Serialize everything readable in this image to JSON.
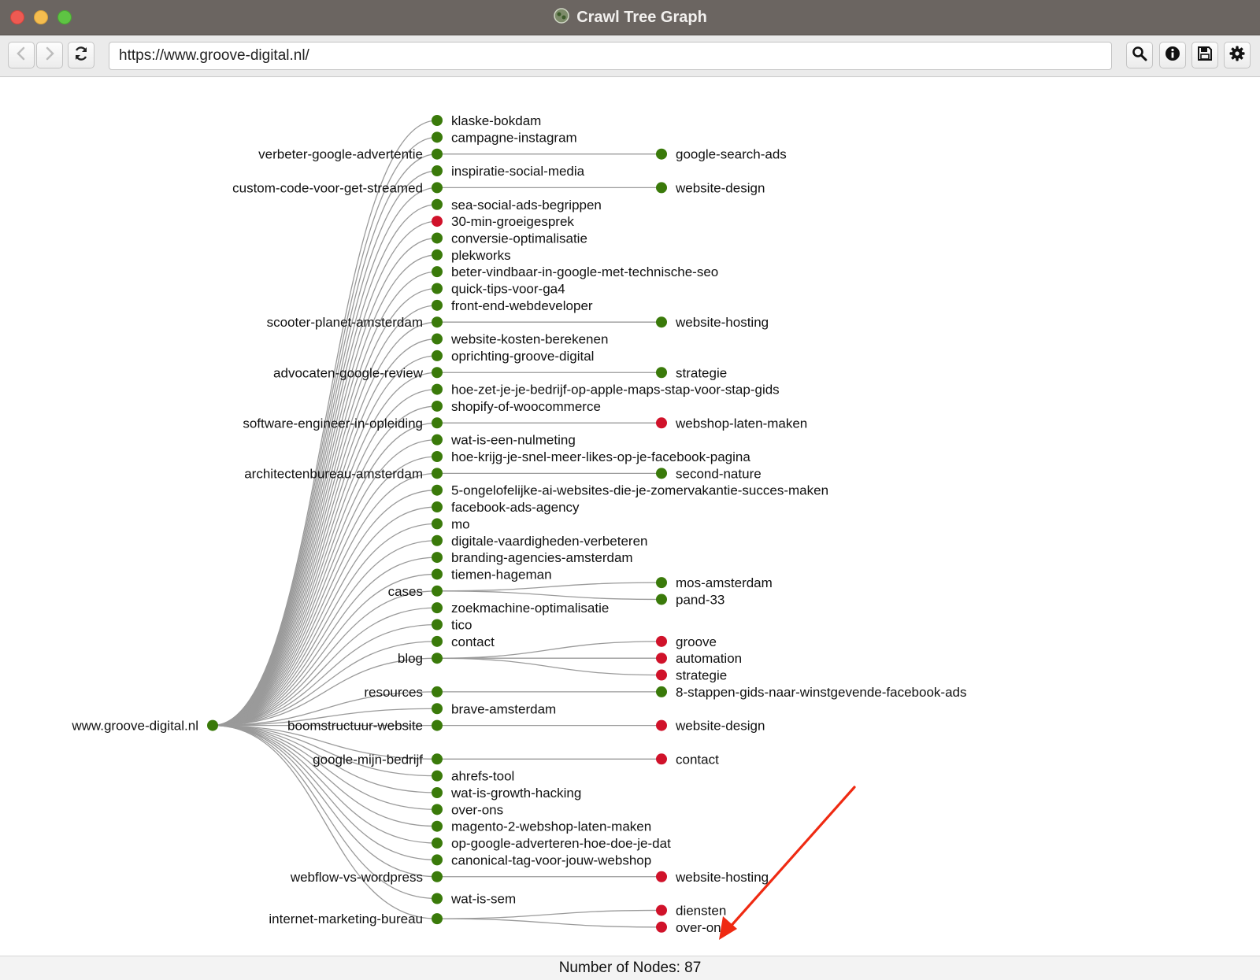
{
  "window": {
    "title": "Crawl Tree Graph"
  },
  "toolbar": {
    "url": "https://www.groove-digital.nl/",
    "buttons": [
      "back-icon",
      "forward-icon",
      "refresh-icon",
      "search-icon",
      "info-icon",
      "save-icon",
      "gear-icon"
    ]
  },
  "graph": {
    "root": {
      "label": "www.groove-digital.nl",
      "status": "ok"
    },
    "level1": [
      {
        "label": "klaske-bokdam",
        "status": "ok"
      },
      {
        "label": "campagne-instagram",
        "status": "ok"
      },
      {
        "label": "verbeter-google-advertentie",
        "status": "ok",
        "children": [
          {
            "label": "google-search-ads",
            "status": "ok"
          }
        ]
      },
      {
        "label": "inspiratie-social-media",
        "status": "ok"
      },
      {
        "label": "custom-code-voor-get-streamed",
        "status": "ok",
        "children": [
          {
            "label": "website-design",
            "status": "ok"
          }
        ]
      },
      {
        "label": "sea-social-ads-begrippen",
        "status": "ok"
      },
      {
        "label": "30-min-groeigesprek",
        "status": "error"
      },
      {
        "label": "conversie-optimalisatie",
        "status": "ok"
      },
      {
        "label": "plekworks",
        "status": "ok"
      },
      {
        "label": "beter-vindbaar-in-google-met-technische-seo",
        "status": "ok"
      },
      {
        "label": "quick-tips-voor-ga4",
        "status": "ok"
      },
      {
        "label": "front-end-webdeveloper",
        "status": "ok"
      },
      {
        "label": "scooter-planet-amsterdam",
        "status": "ok",
        "children": [
          {
            "label": "website-hosting",
            "status": "ok"
          }
        ]
      },
      {
        "label": "website-kosten-berekenen",
        "status": "ok"
      },
      {
        "label": "oprichting-groove-digital",
        "status": "ok"
      },
      {
        "label": "advocaten-google-review",
        "status": "ok",
        "children": [
          {
            "label": "strategie",
            "status": "ok"
          }
        ]
      },
      {
        "label": "hoe-zet-je-je-bedrijf-op-apple-maps-stap-voor-stap-gids",
        "status": "ok"
      },
      {
        "label": "shopify-of-woocommerce",
        "status": "ok"
      },
      {
        "label": "software-engineer-in-opleiding",
        "status": "ok",
        "children": [
          {
            "label": "webshop-laten-maken",
            "status": "error"
          }
        ]
      },
      {
        "label": "wat-is-een-nulmeting",
        "status": "ok"
      },
      {
        "label": "hoe-krijg-je-snel-meer-likes-op-je-facebook-pagina",
        "status": "ok"
      },
      {
        "label": "architectenbureau-amsterdam",
        "status": "ok",
        "children": [
          {
            "label": "second-nature",
            "status": "ok"
          }
        ]
      },
      {
        "label": "5-ongelofelijke-ai-websites-die-je-zomervakantie-succes-maken",
        "status": "ok"
      },
      {
        "label": "facebook-ads-agency",
        "status": "ok"
      },
      {
        "label": "mo",
        "status": "ok"
      },
      {
        "label": "digitale-vaardigheden-verbeteren",
        "status": "ok"
      },
      {
        "label": "branding-agencies-amsterdam",
        "status": "ok"
      },
      {
        "label": "tiemen-hageman",
        "status": "ok"
      },
      {
        "label": "cases",
        "status": "ok",
        "children": [
          {
            "label": "mos-amsterdam",
            "status": "ok"
          },
          {
            "label": "pand-33",
            "status": "ok"
          }
        ]
      },
      {
        "label": "zoekmachine-optimalisatie",
        "status": "ok"
      },
      {
        "label": "tico",
        "status": "ok"
      },
      {
        "label": "contact",
        "status": "ok"
      },
      {
        "label": "blog",
        "status": "ok",
        "children": [
          {
            "label": "groove",
            "status": "error"
          },
          {
            "label": "automation",
            "status": "error"
          },
          {
            "label": "strategie",
            "status": "error"
          }
        ]
      },
      {
        "label": "resources",
        "status": "ok",
        "children": [
          {
            "label": "8-stappen-gids-naar-winstgevende-facebook-ads",
            "status": "ok"
          }
        ]
      },
      {
        "label": "brave-amsterdam",
        "status": "ok"
      },
      {
        "label": "boomstructuur-website",
        "status": "ok",
        "children": [
          {
            "label": "website-design",
            "status": "error"
          }
        ]
      },
      {
        "label": "google-mijn-bedrijf",
        "status": "ok",
        "children": [
          {
            "label": "contact",
            "status": "error"
          }
        ]
      },
      {
        "label": "ahrefs-tool",
        "status": "ok"
      },
      {
        "label": "wat-is-growth-hacking",
        "status": "ok"
      },
      {
        "label": "over-ons",
        "status": "ok"
      },
      {
        "label": "magento-2-webshop-laten-maken",
        "status": "ok"
      },
      {
        "label": "op-google-adverteren-hoe-doe-je-dat",
        "status": "ok"
      },
      {
        "label": "canonical-tag-voor-jouw-webshop",
        "status": "ok"
      },
      {
        "label": "webflow-vs-wordpress",
        "status": "ok",
        "children": [
          {
            "label": "website-hosting",
            "status": "error"
          }
        ]
      },
      {
        "label": "wat-is-sem",
        "status": "ok"
      },
      {
        "label": "internet-marketing-bureau",
        "status": "ok",
        "children": [
          {
            "label": "diensten",
            "status": "error"
          },
          {
            "label": "over-ons",
            "status": "error"
          }
        ]
      }
    ]
  },
  "colors": {
    "ok": "#3a7a0a",
    "error": "#d0122a",
    "link": "#9a9a9a",
    "annotation": "#ef2a12"
  },
  "status": {
    "nodes_label": "Number of Nodes: 87"
  }
}
